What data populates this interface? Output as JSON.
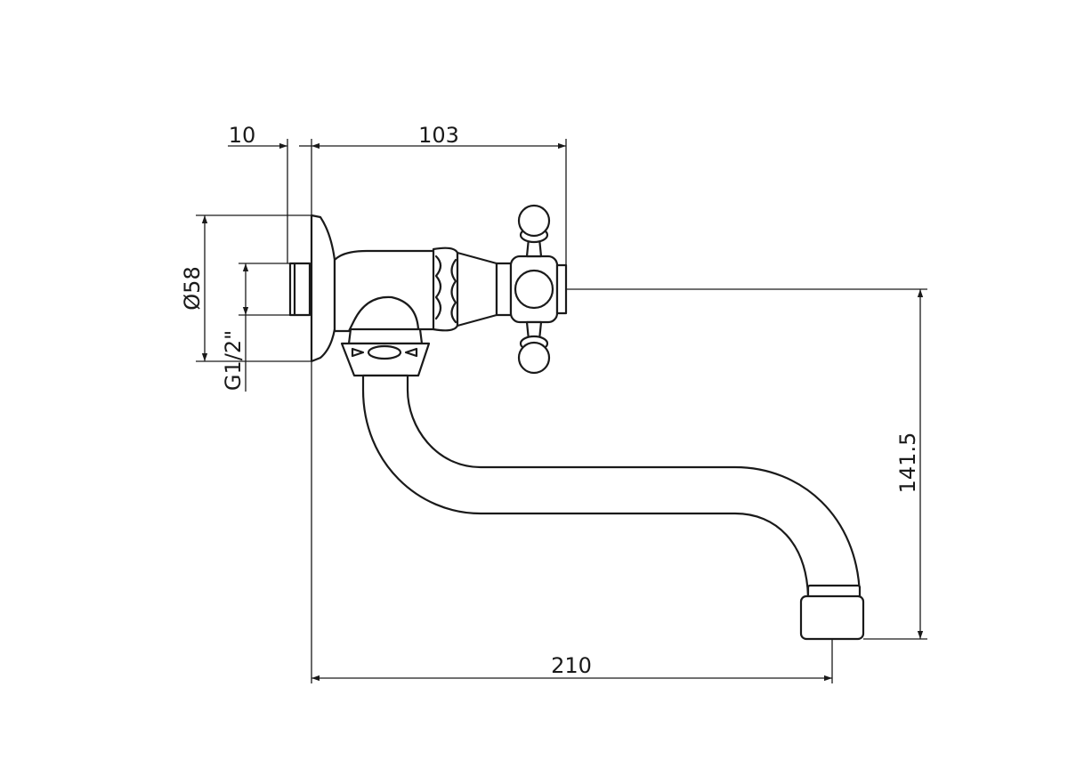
{
  "dimensions": {
    "flange_thickness": "10",
    "handle_offset": "103",
    "flange_diameter": "Ø58",
    "thread_size": "G1/2\"",
    "spout_height": "141.5",
    "spout_reach": "210"
  },
  "colors": {
    "line": "#1a1a1a",
    "background": "#ffffff"
  }
}
